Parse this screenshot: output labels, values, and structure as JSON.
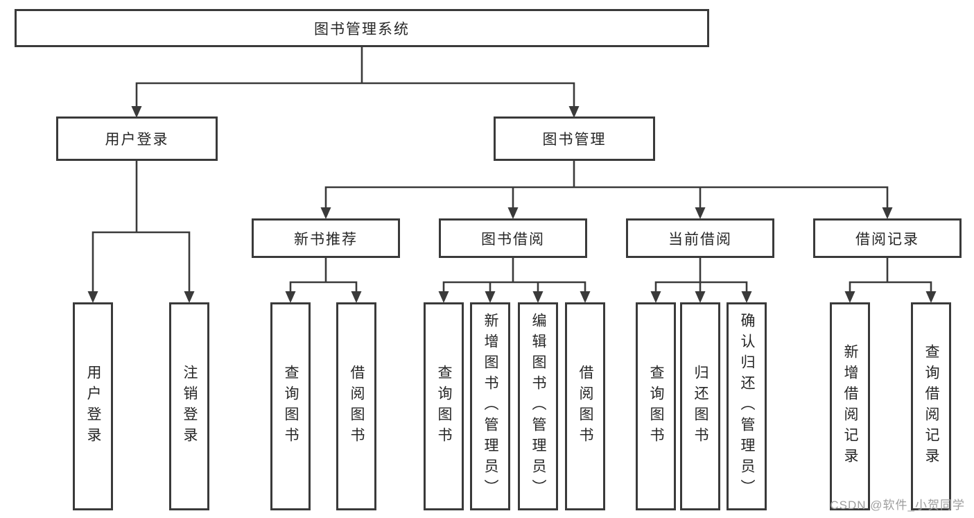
{
  "tree": {
    "label": "图书管理系统",
    "children": [
      {
        "label": "用户登录",
        "children": [
          {
            "label": "用户登录"
          },
          {
            "label": "注销登录"
          }
        ]
      },
      {
        "label": "图书管理",
        "children": [
          {
            "label": "新书推荐",
            "children": [
              {
                "label": "查询图书"
              },
              {
                "label": "借阅图书"
              }
            ]
          },
          {
            "label": "图书借阅",
            "children": [
              {
                "label": "查询图书"
              },
              {
                "label": "新增图书（管理员）"
              },
              {
                "label": "编辑图书（管理员）"
              },
              {
                "label": "借阅图书"
              }
            ]
          },
          {
            "label": "当前借阅",
            "children": [
              {
                "label": "查询图书"
              },
              {
                "label": "归还图书"
              },
              {
                "label": "确认归还（管理员）"
              }
            ]
          },
          {
            "label": "借阅记录",
            "children": [
              {
                "label": "新增借阅记录"
              },
              {
                "label": "查询借阅记录"
              }
            ]
          }
        ]
      }
    ]
  },
  "watermark": {
    "text": "CSDN @软件_小贺同学"
  },
  "colors": {
    "line": "#3a3a3a",
    "box_border": "#3a3a3a",
    "box_fill": "#ffffff",
    "text": "#262626",
    "watermark": "#9e9e9e",
    "background": "#ffffff"
  }
}
